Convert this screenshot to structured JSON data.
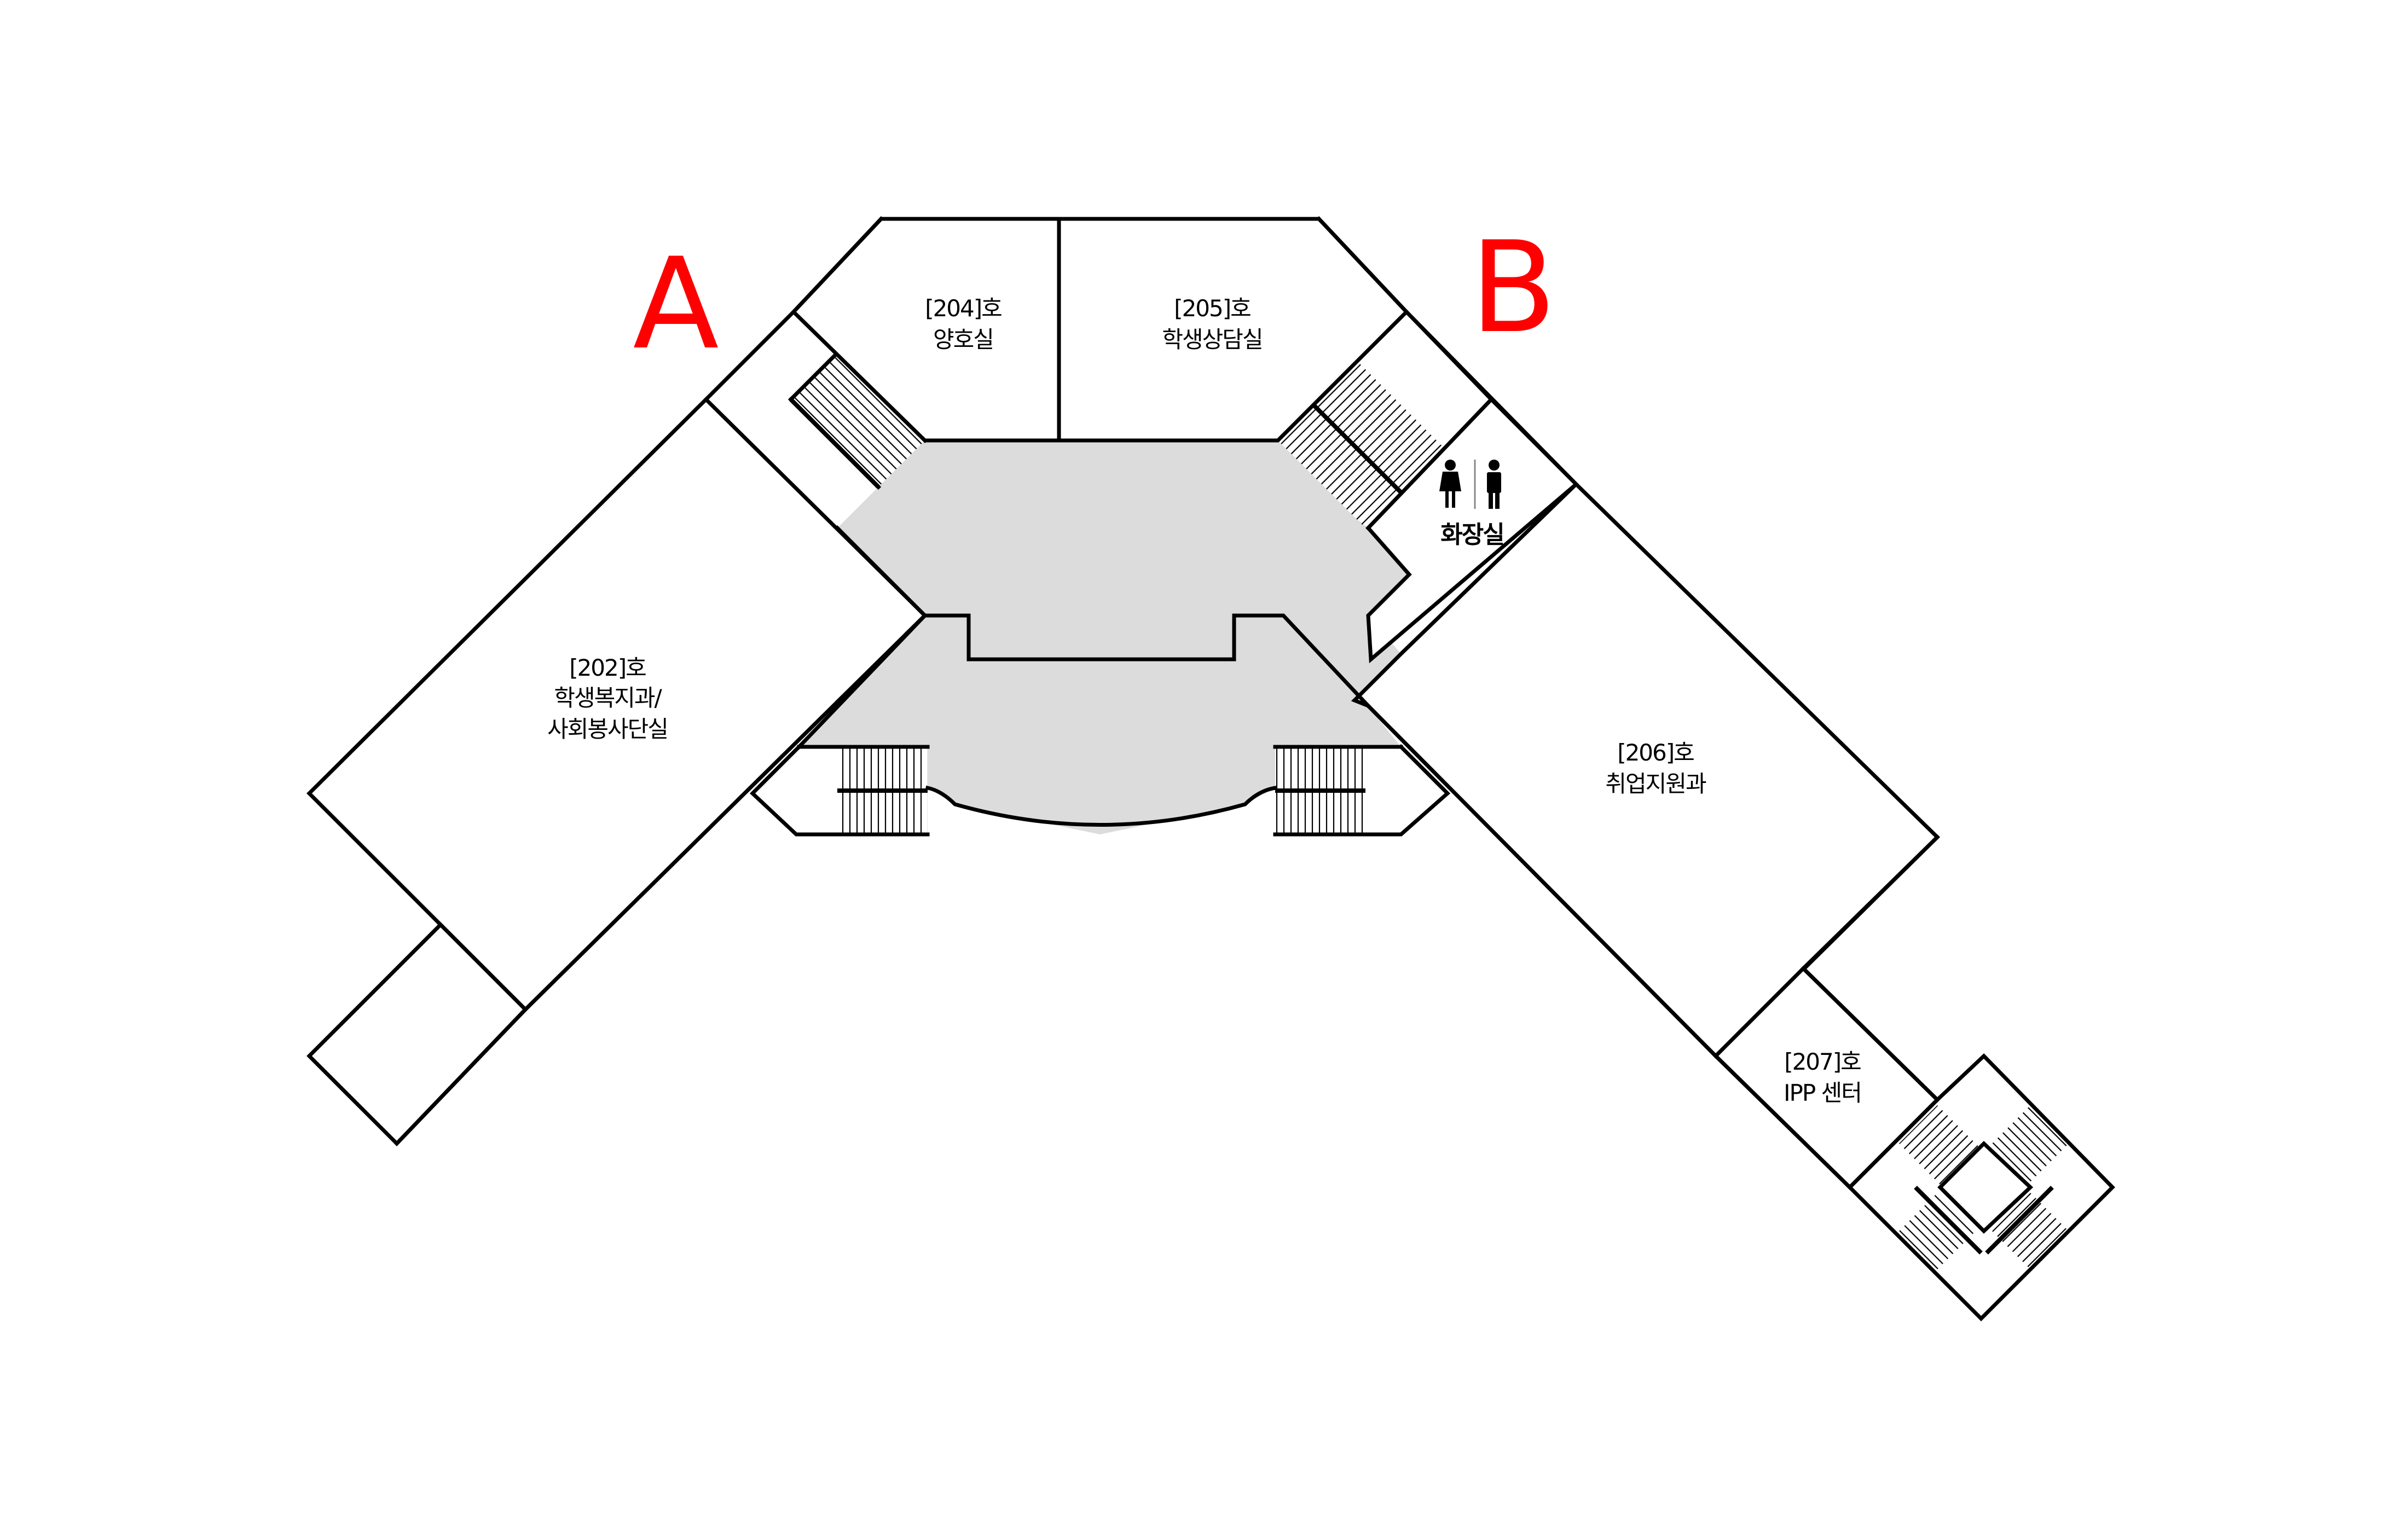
{
  "wings": {
    "a": {
      "letter": "A"
    },
    "b": {
      "letter": "B"
    }
  },
  "label_color": "#ff0000",
  "lobby_color": "#dcdcdc",
  "rooms": {
    "r202": {
      "number": "[202]호",
      "line1": "학생복지과/",
      "line2": "사회봉사단실"
    },
    "r204": {
      "number": "[204]호",
      "line1": "양호실"
    },
    "r205": {
      "number": "[205]호",
      "line1": "학생상담실"
    },
    "r206": {
      "number": "[206]호",
      "line1": "취업지원과"
    },
    "r207": {
      "number": "[207]호",
      "line1": "IPP 센터"
    }
  },
  "restroom": {
    "label": "화장실",
    "icons": [
      "female-icon",
      "male-icon"
    ]
  }
}
